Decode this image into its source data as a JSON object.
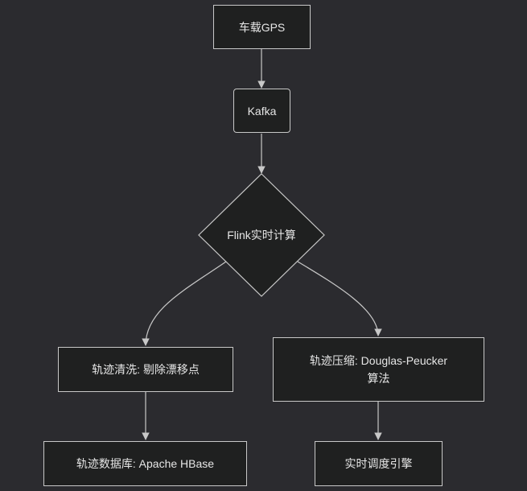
{
  "nodes": {
    "gps": "车载GPS",
    "kafka": "Kafka",
    "flink": "Flink实时计算",
    "cleaning": "轨迹清洗: 剔除漂移点",
    "compression_line1": "轨迹压缩: Douglas-Peucker",
    "compression_line2": "算法",
    "database": "轨迹数据库: Apache HBase",
    "dispatch": "实时调度引擎"
  },
  "colors": {
    "background": "#2b2b2f",
    "node_fill": "#1f2020",
    "stroke": "#c8c8c8",
    "text": "#e6e6e6"
  }
}
